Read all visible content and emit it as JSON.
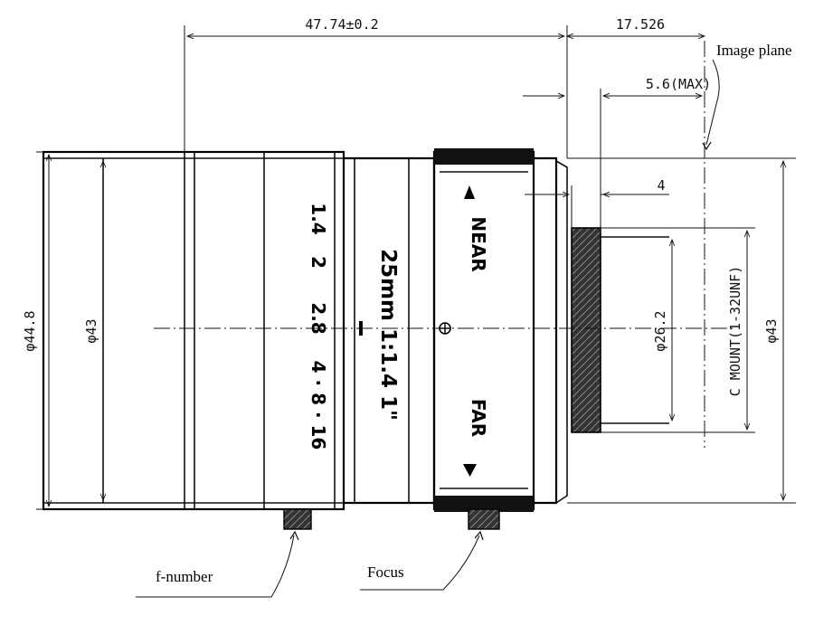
{
  "dimensions": {
    "total_length": "47.74±0.2",
    "mount_section": "17.526",
    "max_protrusion": "5.6(MAX)",
    "thread_length": "4",
    "outer_dia": "φ44.8",
    "front_dia": "φ43",
    "rear_dia": "φ43",
    "thread_dia": "φ26.2",
    "mount_spec": "C MOUNT(1-32UNF)"
  },
  "markings": {
    "fnumber_scale": [
      "1.4",
      "2",
      "2.8",
      "4 · 8 · 16"
    ],
    "lens_spec": "25mm 1:1.4 1\"",
    "near": "NEAR",
    "far": "FAR"
  },
  "labels": {
    "image_plane": "Image  plane",
    "fnumber": "f-number",
    "focus": "Focus"
  }
}
